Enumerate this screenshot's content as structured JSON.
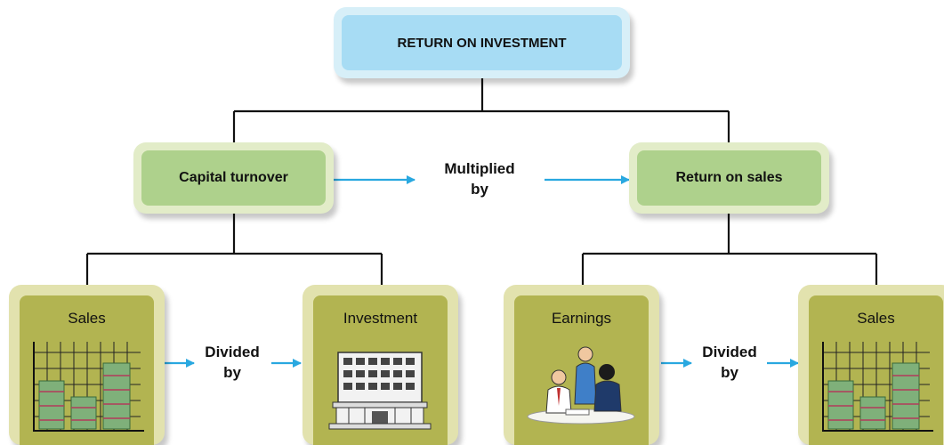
{
  "root": {
    "label": "RETURN ON INVESTMENT"
  },
  "components": {
    "capital_turnover": "Capital turnover",
    "return_on_sales": "Return on sales"
  },
  "operators": {
    "multiplied": [
      "Multiplied",
      "by"
    ],
    "divided_left": [
      "Divided",
      "by"
    ],
    "divided_right": [
      "Divided",
      "by"
    ]
  },
  "leaves": {
    "sales_left": {
      "label": "Sales",
      "icon": "money-stacks-grid-icon"
    },
    "investment": {
      "label": "Investment",
      "icon": "office-building-icon"
    },
    "earnings": {
      "label": "Earnings",
      "icon": "business-meeting-icon"
    },
    "sales_right": {
      "label": "Sales",
      "icon": "money-stacks-grid-icon"
    }
  },
  "colors": {
    "root_fill": "#a7dcf4",
    "component_fill": "#aed18c",
    "leaf_fill": "#b2b451",
    "arrow": "#29a8e0",
    "connector": "#111111"
  }
}
